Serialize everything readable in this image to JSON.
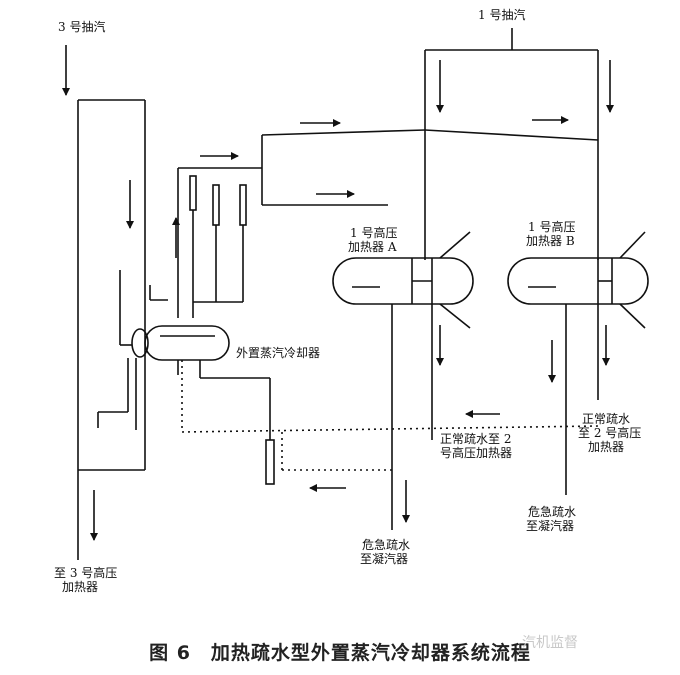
{
  "labels": {
    "ext3": "3 号抽汽",
    "ext1": "1 号抽汽",
    "heaterA_1": "1 号高压",
    "heaterA_2": "加热器 A",
    "heaterB_1": "1 号高压",
    "heaterB_2": "加热器 B",
    "cooler": "外置蒸汽冷却器",
    "drainA_1": "正常疏水至 2",
    "drainA_2": "号高压加热器",
    "drainB_1": "正常疏水",
    "drainB_2": "至 2 号高压",
    "drainB_3": "加热器",
    "emergA_1": "危急疏水",
    "emergA_2": "至凝汽器",
    "emergB_1": "危急疏水",
    "emergB_2": "至凝汽器",
    "to3_1": "至 3 号高压",
    "to3_2": "加热器"
  },
  "caption": "图 6　加热疏水型外置蒸汽冷却器系统流程",
  "watermark": "汽机监督"
}
